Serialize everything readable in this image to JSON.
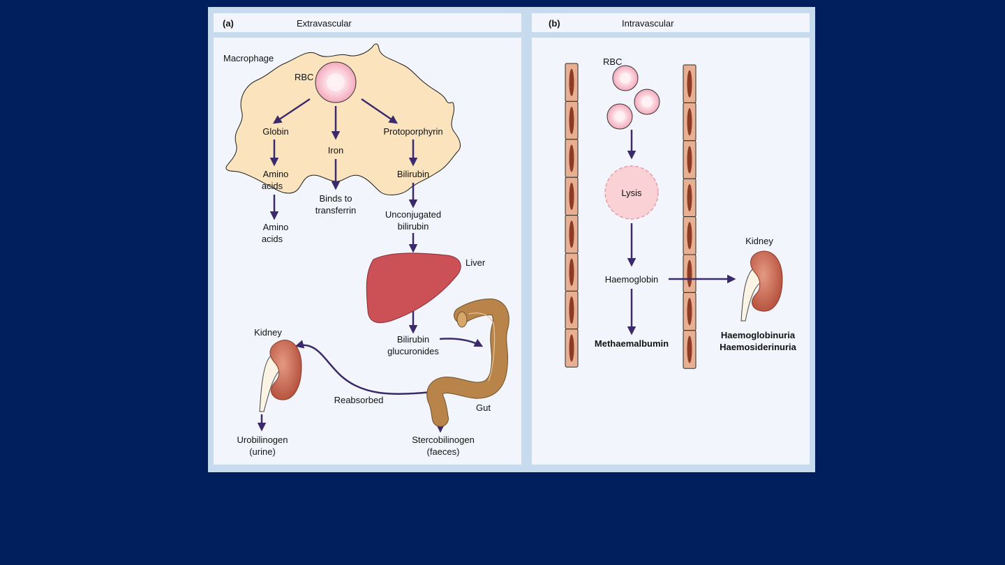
{
  "panel_a": {
    "letter": "(a)",
    "title": "Extravascular",
    "labels": {
      "macrophage": "Macrophage",
      "rbc": "RBC",
      "globin": "Globin",
      "iron": "Iron",
      "protoporphyrin": "Protoporphyrin",
      "amino_acids_1": "Amino",
      "amino_acids_2": "acids",
      "bilirubin": "Bilirubin",
      "binds_1": "Binds to",
      "binds_2": "transferrin",
      "out_amino_1": "Amino",
      "out_amino_2": "acids",
      "unconj_1": "Unconjugated",
      "unconj_2": "bilirubin",
      "liver": "Liver",
      "gluc_1": "Bilirubin",
      "gluc_2": "glucuronides",
      "kidney": "Kidney",
      "reabsorbed": "Reabsorbed",
      "gut": "Gut",
      "urobil_1": "Urobilinogen",
      "urobil_2": "(urine)",
      "sterco_1": "Stercobilinogen",
      "sterco_2": "(faeces)"
    }
  },
  "panel_b": {
    "letter": "(b)",
    "title": "Intravascular",
    "labels": {
      "rbc": "RBC",
      "lysis": "Lysis",
      "haemoglobin": "Haemoglobin",
      "methaemalbumin": "Methaemalbumin",
      "kidney": "Kidney",
      "haemoglobinuria": "Haemoglobinuria",
      "haemosiderinuria": "Haemosiderinuria"
    }
  },
  "colors": {
    "background": "#001f5c",
    "figure_border": "#c7dbef",
    "panel": "#f2f6fc",
    "macrophage": "#fbe3bd",
    "arrow": "#3b2a6b",
    "liver": "#cb5157",
    "kidney": "#c96a55",
    "gut": "#b9844a",
    "rbc": "#f9c9d4",
    "vessel": "#e7b092",
    "vessel_core": "#8e3b25"
  }
}
